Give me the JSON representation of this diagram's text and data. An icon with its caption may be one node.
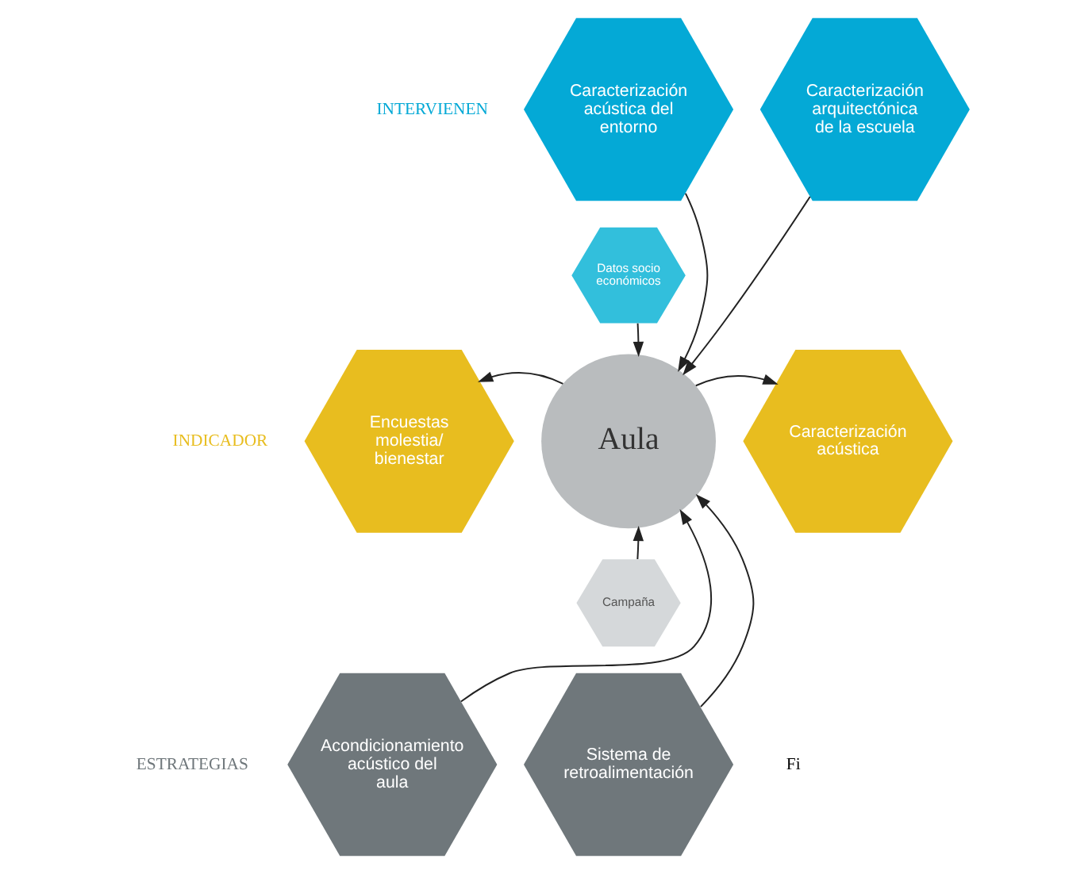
{
  "diagram": {
    "nodes": [
      {
        "text": [
          "Caracterización acústica del entorno"
        ]
      },
      {
        "text": [
          "Caracterización arquitectónica de la escuela"
        ]
      },
      {
        "text": [
          "Datos socio económicos"
        ]
      },
      {
        "text": [
          "Encuestas molestia/ bienestar"
        ]
      },
      {
        "text": [
          "Aula"
        ]
      },
      {
        "text": [
          "Caracterización acústica"
        ]
      },
      {
        "text": [
          "Campaña"
        ]
      },
      {
        "text": [
          "Acondicionamiento acústico del aula"
        ]
      },
      {
        "text": [
          "Sistema de retroalimentación"
        ]
      }
    ],
    "edges": [
      {
        "from": 0,
        "to": 4,
        "arrow": "to"
      },
      {
        "from": 1,
        "to": 4,
        "arrow": "to"
      },
      {
        "from": 2,
        "to": 4,
        "arrow": "to"
      },
      {
        "from": 4,
        "to": 3,
        "arrow": "to"
      },
      {
        "from": 4,
        "to": 5,
        "arrow": "to"
      },
      {
        "from": 7,
        "to": 4,
        "arrow": "to"
      },
      {
        "from": 6,
        "to": 4,
        "arrow": "to"
      },
      {
        "from": 8,
        "to": 4,
        "arrow": "to"
      }
    ],
    "labels": [
      "INTERVIENEN",
      "INDICADOR",
      "ESTRATEGIAS",
      "Fi"
    ]
  }
}
